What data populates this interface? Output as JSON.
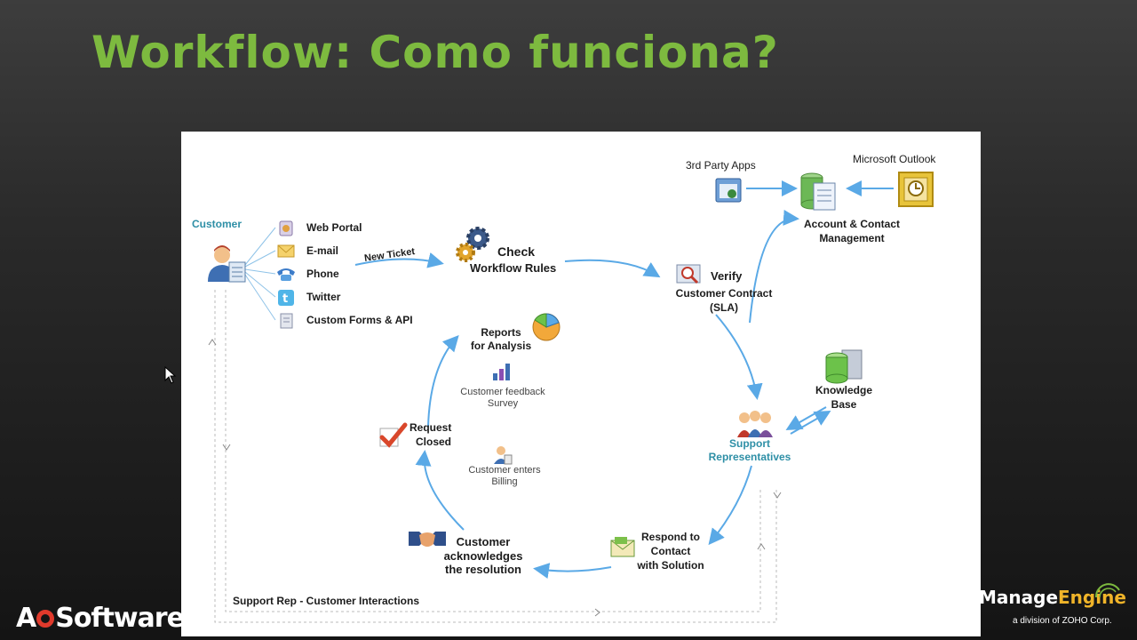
{
  "slide": {
    "title": "Workflow: Como funciona?"
  },
  "diagram": {
    "customer": "Customer",
    "channels": [
      "Web Portal",
      "E-mail",
      "Phone",
      "Twitter",
      "Custom Forms & API"
    ],
    "new_ticket": "New Ticket",
    "check_rules": [
      "Check",
      "Workflow Rules"
    ],
    "third_party": "3rd Party Apps",
    "outlook": "Microsoft Outlook",
    "account_mgmt": [
      "Account & Contact",
      "Management"
    ],
    "verify": [
      "Verify",
      "Customer Contract",
      "(SLA)"
    ],
    "knowledge_base": [
      "Knowledge",
      "Base"
    ],
    "support_reps": [
      "Support",
      "Representatives"
    ],
    "respond": [
      "Respond to",
      "Contact",
      "with Solution"
    ],
    "acknowledge": [
      "Customer",
      "acknowledges",
      "the resolution"
    ],
    "request_closed": [
      "Request",
      "Closed"
    ],
    "reports": [
      "Reports",
      "for Analysis"
    ],
    "feedback": [
      "Customer feedback",
      "Survey"
    ],
    "billing": [
      "Customer enters",
      "Billing"
    ],
    "interactions": "Support Rep - Customer Interactions"
  },
  "branding": {
    "left_logo": [
      "A",
      "Software"
    ],
    "right_logo": [
      "Manage",
      "Engine"
    ],
    "right_sub": "a division of ZOHO Corp."
  },
  "colors": {
    "title_green": "#7dba3f",
    "arrow_blue": "#5aa9e6",
    "teal_text": "#2e8fa6"
  },
  "icons": [
    "person-icon",
    "web-portal-icon",
    "email-icon",
    "phone-icon",
    "twitter-icon",
    "forms-icon",
    "gears-icon",
    "search-icon",
    "apps-window-icon",
    "documents-icon",
    "outlook-icon",
    "database-icon",
    "people-group-icon",
    "envelope-hand-icon",
    "handshake-icon",
    "checkmark-icon",
    "pie-chart-icon",
    "bar-chart-icon",
    "user-small-icon",
    "mouse-cursor-icon"
  ]
}
